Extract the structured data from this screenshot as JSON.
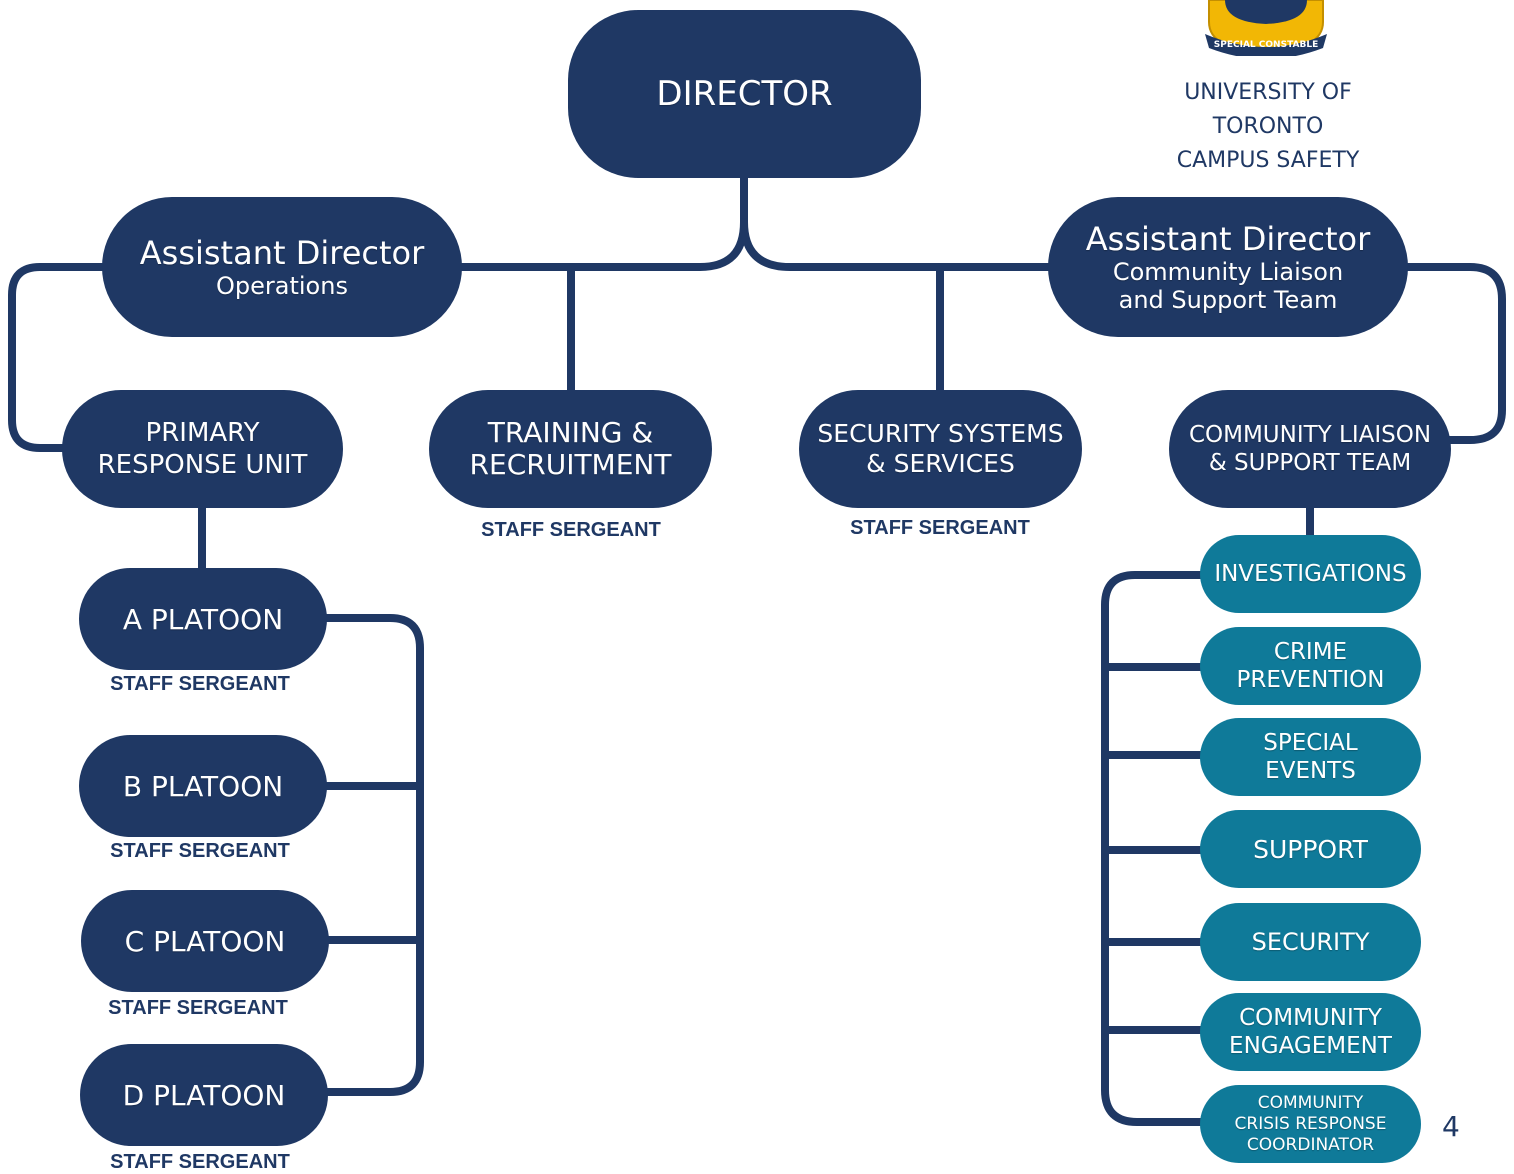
{
  "director": {
    "label": "DIRECTOR"
  },
  "assistant_director_operations": {
    "title": "Assistant Director",
    "subtitle": "Operations"
  },
  "assistant_director_community": {
    "title": "Assistant Director",
    "subtitle_line1": "Community Liaison",
    "subtitle_line2": "and Support Team"
  },
  "primary_response_unit": {
    "line1": "PRIMARY",
    "line2": "RESPONSE UNIT"
  },
  "training_recruitment": {
    "line1": "TRAINING &",
    "line2": "RECRUITMENT",
    "rank": "STAFF SERGEANT"
  },
  "security_systems": {
    "line1": "SECURITY SYSTEMS",
    "line2": "& SERVICES",
    "rank": "STAFF SERGEANT"
  },
  "community_liaison_team": {
    "line1": "COMMUNITY LIAISON",
    "line2": "& SUPPORT TEAM"
  },
  "platoons": [
    {
      "label": "A PLATOON",
      "rank": "STAFF SERGEANT"
    },
    {
      "label": "B PLATOON",
      "rank": "STAFF SERGEANT"
    },
    {
      "label": "C PLATOON",
      "rank": "STAFF SERGEANT"
    },
    {
      "label": "D PLATOON",
      "rank": "STAFF SERGEANT"
    }
  ],
  "units": [
    {
      "line1": "INVESTIGATIONS"
    },
    {
      "line1": "CRIME",
      "line2": "PREVENTION"
    },
    {
      "line1": "SPECIAL",
      "line2": "EVENTS"
    },
    {
      "line1": "SUPPORT"
    },
    {
      "line1": "SECURITY"
    },
    {
      "line1": "COMMUNITY",
      "line2": "ENGAGEMENT"
    },
    {
      "line1": "COMMUNITY",
      "line2": "CRISIS RESPONSE",
      "line3": "COORDINATOR"
    }
  ],
  "organization": {
    "line1": "UNIVERSITY OF",
    "line2": "TORONTO",
    "line3": "CAMPUS SAFETY"
  },
  "badge": {
    "text": "SPECIAL CONSTABLE"
  },
  "page_number": "4",
  "colors": {
    "navy": "#1f3864",
    "teal": "#0f7a99",
    "gold": "#f2b705"
  }
}
